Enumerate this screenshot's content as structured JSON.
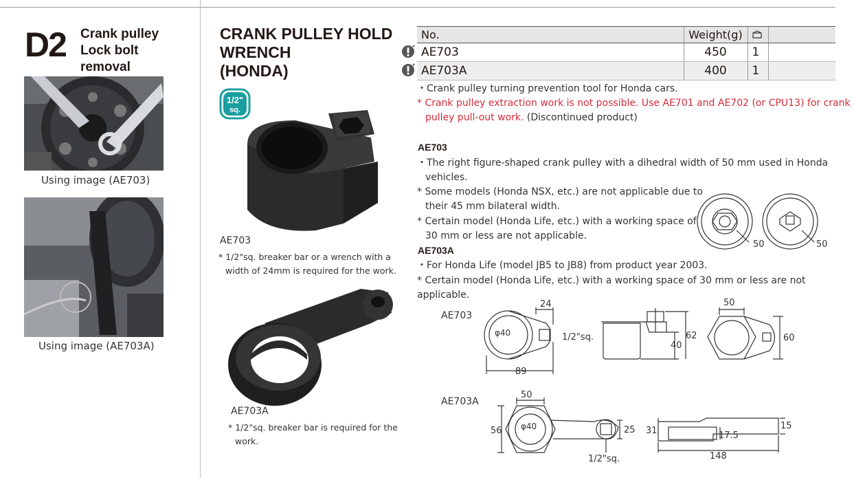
{
  "section": {
    "code": "D2",
    "category_lines": [
      "Crank pulley",
      "Lock bolt",
      "removal"
    ]
  },
  "photos": [
    {
      "caption": "Using image (AE703)"
    },
    {
      "caption": "Using image (AE703A)"
    }
  ],
  "product": {
    "title_lines": [
      "CRANK PULLEY HOLD",
      "WRENCH",
      "(HONDA)"
    ],
    "drive_badge": [
      "1/2\"",
      "sq."
    ]
  },
  "models_left": [
    {
      "label": "AE703",
      "note_lines": [
        "* 1/2\"sq. breaker bar or a wrench with a",
        "width of 24mm is required for the work."
      ]
    },
    {
      "label": "AE703A",
      "note_lines": [
        "* 1/2\"sq. breaker bar is required for the",
        "work."
      ]
    }
  ],
  "table": {
    "headers": {
      "no": "No.",
      "weight": "Weight(g)",
      "qty_icon": "box-icon"
    },
    "rows": [
      {
        "no": "AE703",
        "weight": "450",
        "qty": "1"
      },
      {
        "no": "AE703A",
        "weight": "400",
        "qty": "1"
      }
    ]
  },
  "description": {
    "line1": "・Crank pulley turning prevention tool for Honda cars.",
    "warning_lines": [
      "* Crank pulley extraction work is not possible. Use AE701 and AE702 (or CPU13) for crank",
      "pulley pull-out work."
    ],
    "warning_suffix": " (Discontinued product)"
  },
  "ae703_section": {
    "heading": "AE703",
    "lines": [
      "・The right figure-shaped crank pulley with a dihedral width of 50 mm used in Honda",
      "vehicles.",
      "* Some models (Honda NSX, etc.) are not applicable due to",
      "their 45 mm bilateral width.",
      "* Certain model (Honda Life, etc.) with a working space of",
      "30 mm or less are not applicable."
    ]
  },
  "ae703a_section": {
    "heading": "AE703A",
    "lines": [
      "・For Honda Life (model JB5 to JB8) from product year 2003.",
      "* Certain model (Honda Life, etc.) with a working space of 30 mm or less are not applicable."
    ]
  },
  "pulley_figures": {
    "dim1": "50",
    "dim2": "50"
  },
  "drawings": {
    "ae703": {
      "label": "AE703",
      "top": {
        "dia": "φ40",
        "width": "24",
        "length": "89",
        "drive": "1/2\"sq."
      },
      "side": {
        "h1": "40",
        "h2": "62"
      },
      "front": {
        "width": "50",
        "height": "60"
      }
    },
    "ae703a": {
      "label": "AE703A",
      "top": {
        "dia": "φ40",
        "width": "50",
        "height": "56",
        "boss": "25",
        "drive": "1/2\"sq."
      },
      "side": {
        "h_left": "31",
        "thick": "17.5",
        "tip": "15",
        "length": "148"
      }
    }
  },
  "colors": {
    "warning_text": "#d42c3a",
    "tool_body": "#2b2b2b",
    "badge": "#1a9ea0",
    "icon_warn": "#555555"
  }
}
